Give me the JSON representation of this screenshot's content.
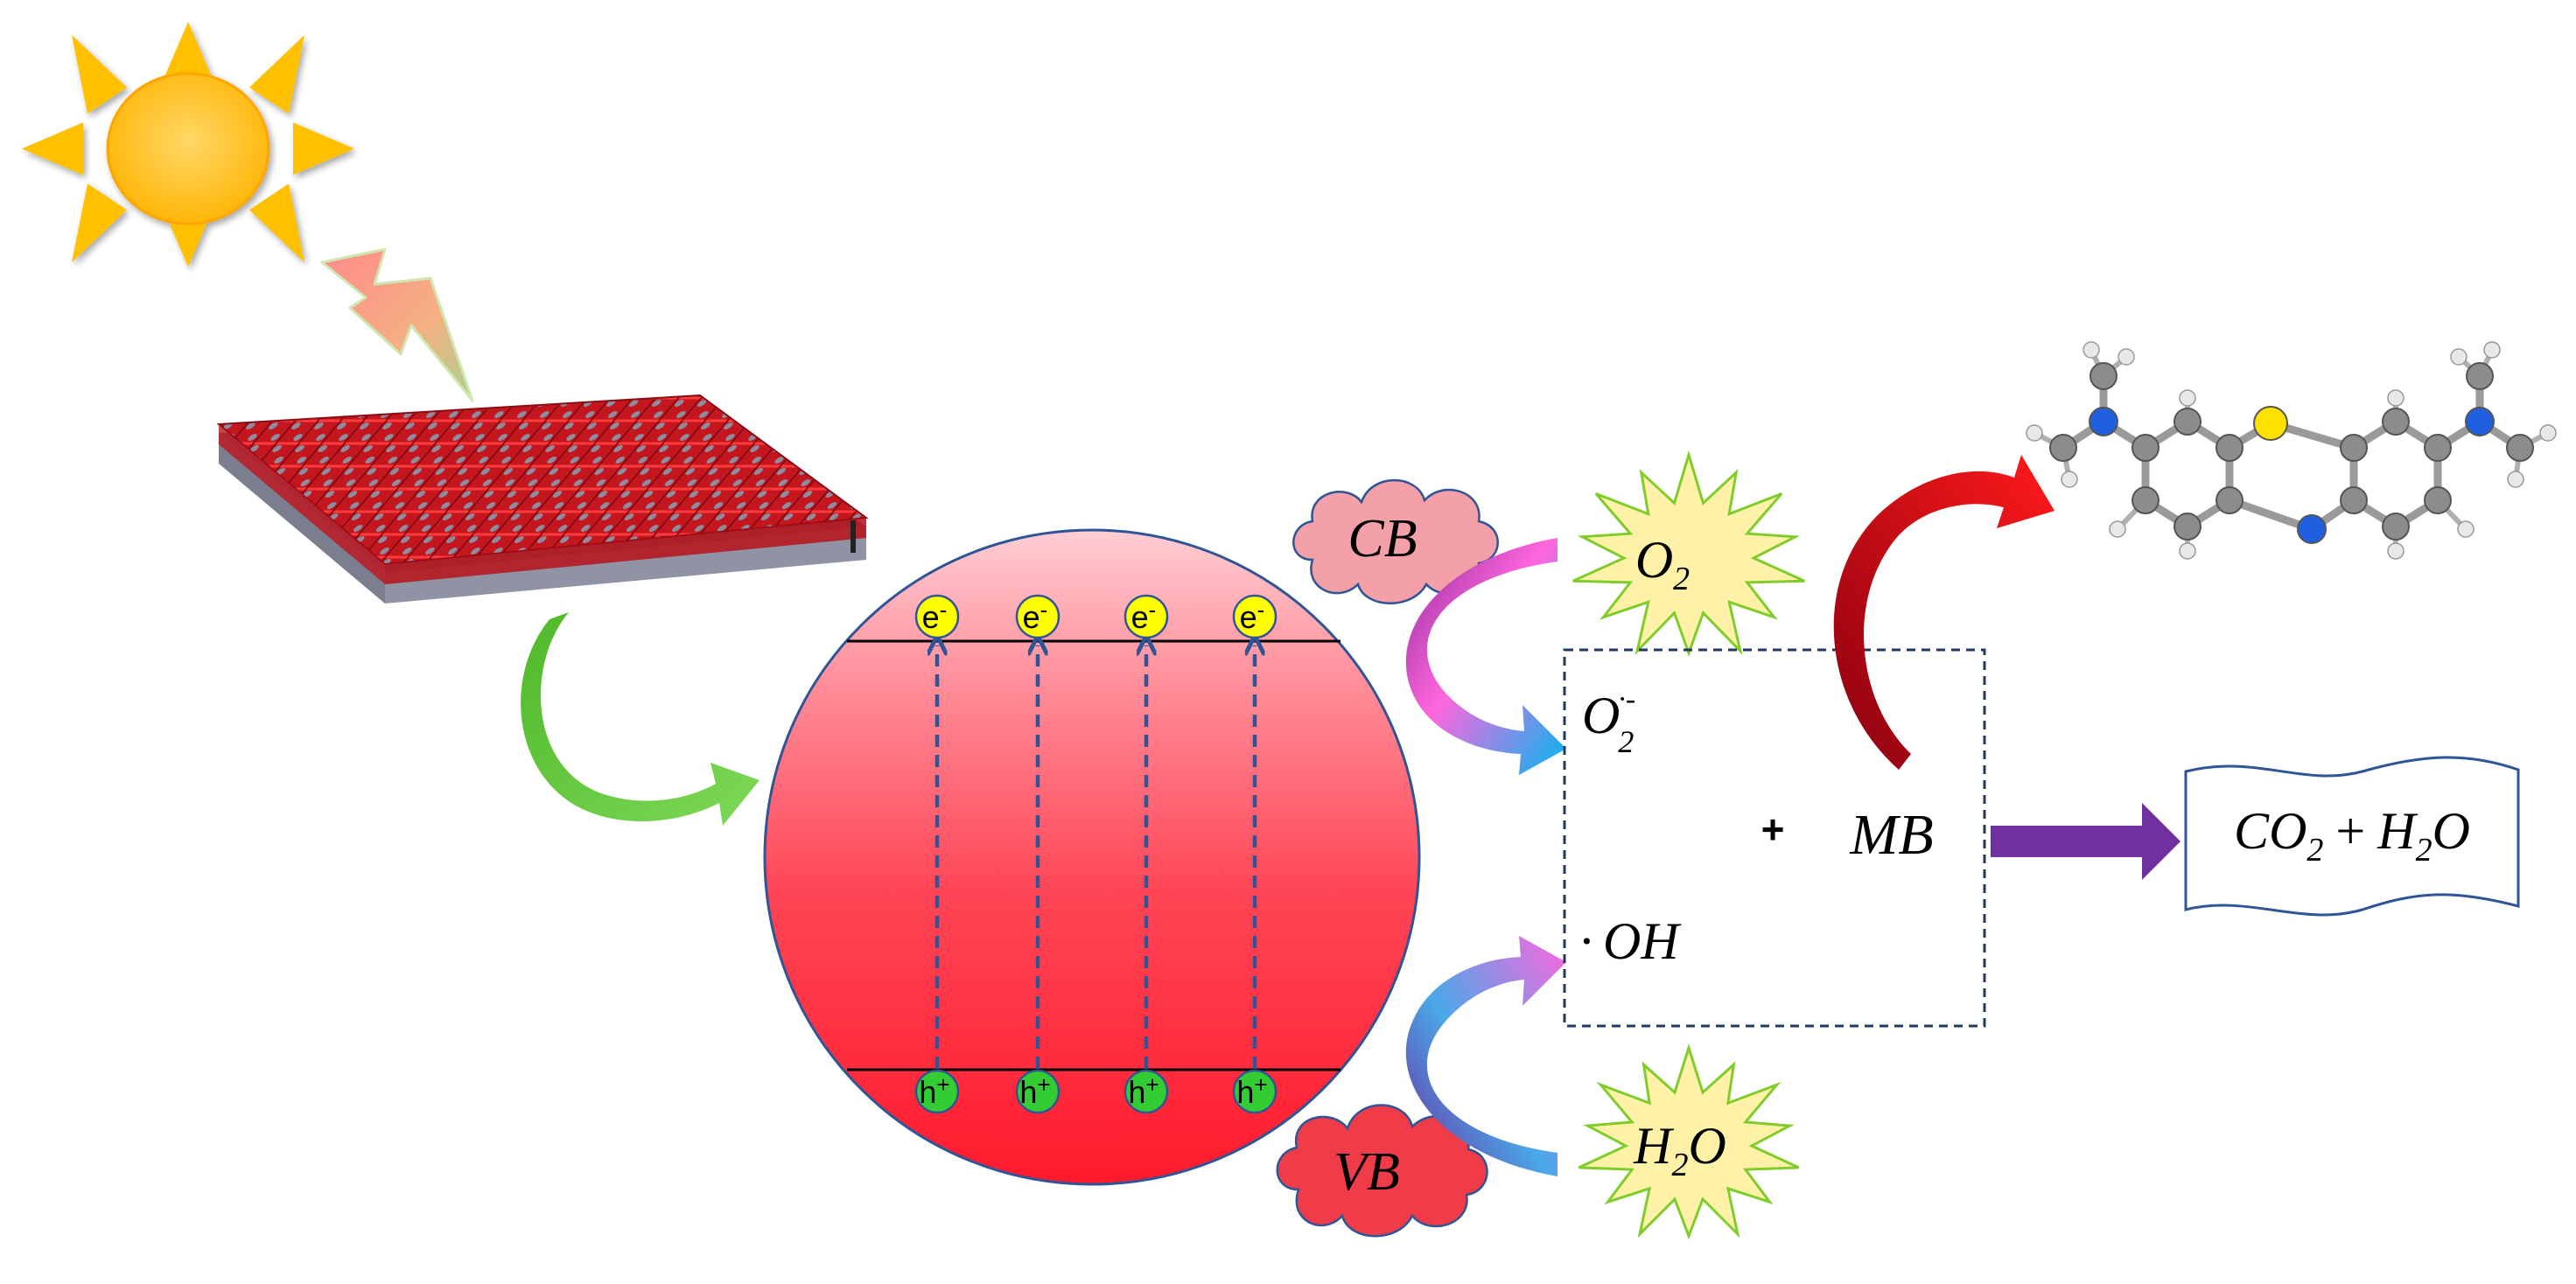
{
  "colors": {
    "sphere_top": "#ffc9cf",
    "sphere_bottom": "#ff2030",
    "sphere_edge": "#2f5597",
    "electron": "#ffff00",
    "hole": "#33cc33",
    "transition_arrow": "#2f5597",
    "starburst_fill": "#fff2a8",
    "starburst_edge": "#7fcc2a",
    "cb_cloud": "#f4a0a8",
    "vb_cloud": "#f03c48",
    "degradation_arrow": "#7030a0",
    "mb_curve_arrow": "#c00000",
    "light_arrow": "#66cc33",
    "sun": "#ffc000"
  },
  "icons": {
    "sun": "sun-icon",
    "light": "lightning-bolt-icon",
    "catalyst": "layered-catalyst-sheet-icon",
    "molecule": "methylene-blue-molecule-icon"
  },
  "bands": {
    "cb": "CB",
    "vb": "VB"
  },
  "carriers": {
    "electron": {
      "base": "e",
      "charge": "-",
      "count": 4
    },
    "hole": {
      "base": "h",
      "charge": "+",
      "count": 4
    }
  },
  "reactants": {
    "o2": {
      "base": "O",
      "sub": "2"
    },
    "h2o": {
      "base": "H",
      "sub": "2",
      "tail": "O"
    }
  },
  "species": {
    "superoxide": {
      "base": "O",
      "sub": "2",
      "sup": "·-"
    },
    "hydroxyl": {
      "dot": "·",
      "base": "OH"
    }
  },
  "reaction": {
    "plus": "+",
    "pollutant": "MB"
  },
  "product": {
    "c": "CO",
    "c_sub": "2",
    "plus": "+",
    "h": "H",
    "h_sub": "2",
    "h_tail": "O"
  }
}
